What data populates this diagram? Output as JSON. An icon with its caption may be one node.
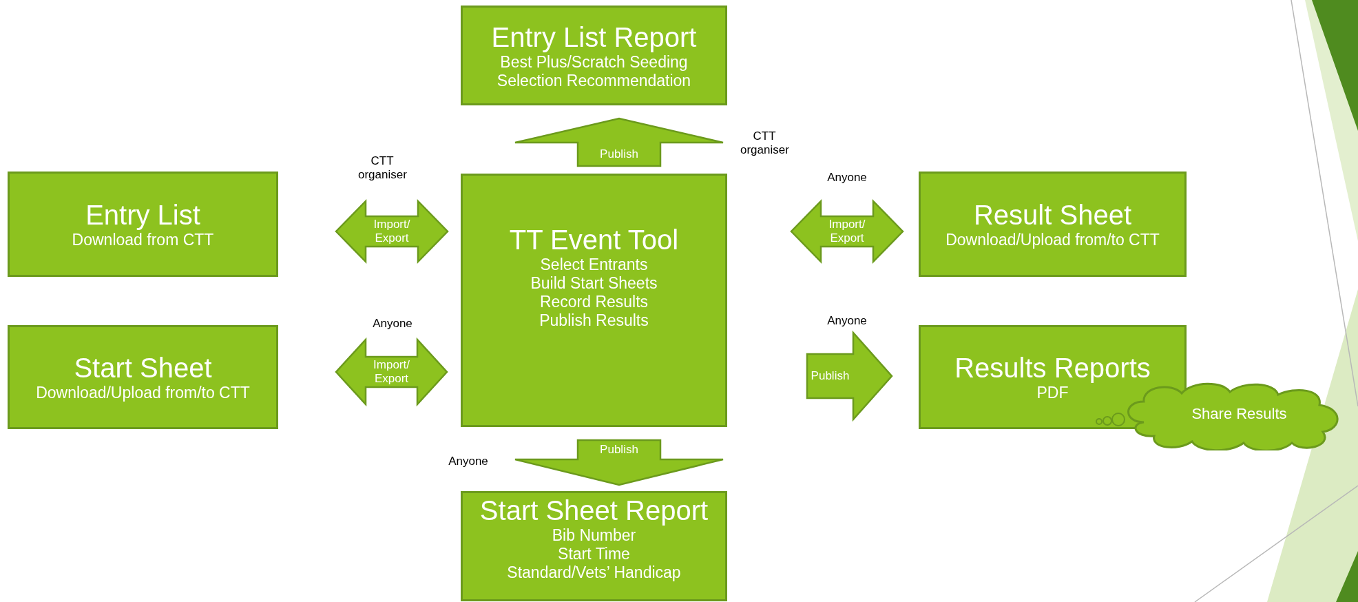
{
  "diagram": {
    "nodes": [
      {
        "text": [
          "Entry List Report",
          "Best Plus/Scratch Seeding",
          "Selection Recommendation"
        ]
      },
      {
        "text": [
          "Entry List",
          "Download from CTT"
        ]
      },
      {
        "text": [
          "TT Event Tool",
          "Select Entrants",
          "Build Start Sheets",
          "Record Results",
          "Publish Results"
        ]
      },
      {
        "text": [
          "Result Sheet",
          "Download/Upload from/to CTT"
        ]
      },
      {
        "text": [
          "Start Sheet",
          "Download/Upload from/to CTT"
        ]
      },
      {
        "text": [
          "Results Reports",
          "PDF"
        ]
      },
      {
        "text": [
          "Share Results"
        ]
      },
      {
        "text": [
          "Start Sheet Report",
          "Bib Number",
          "Start Time",
          "Standard/Vets’ Handicap"
        ]
      }
    ],
    "edges": [
      {
        "from": 2,
        "to": 0,
        "arrow": "to",
        "label": "Publish"
      },
      {
        "from": 1,
        "to": 2,
        "arrow": "both",
        "label": "Import/ Export"
      },
      {
        "from": 2,
        "to": 3,
        "arrow": "both",
        "label": "Import/ Export"
      },
      {
        "from": 4,
        "to": 2,
        "arrow": "both",
        "label": "Import/ Export"
      },
      {
        "from": 2,
        "to": 5,
        "arrow": "to",
        "label": "Publish"
      },
      {
        "from": 2,
        "to": 7,
        "arrow": "to",
        "label": "Publish"
      }
    ],
    "labels": [
      "CTT organiser",
      "CTT organiser",
      "Anyone",
      "Anyone",
      "Anyone",
      "Anyone"
    ]
  }
}
